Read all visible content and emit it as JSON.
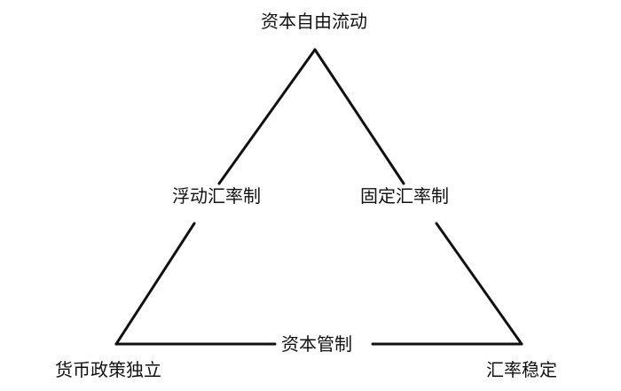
{
  "diagram": {
    "line_color": "#111111",
    "vertices": {
      "top": "资本自由流动",
      "bottom_left": "货币政策独立",
      "bottom_right": "汇率稳定"
    },
    "edges": {
      "left": "浮动汇率制",
      "right": "固定汇率制",
      "bottom": "资本管制"
    }
  }
}
